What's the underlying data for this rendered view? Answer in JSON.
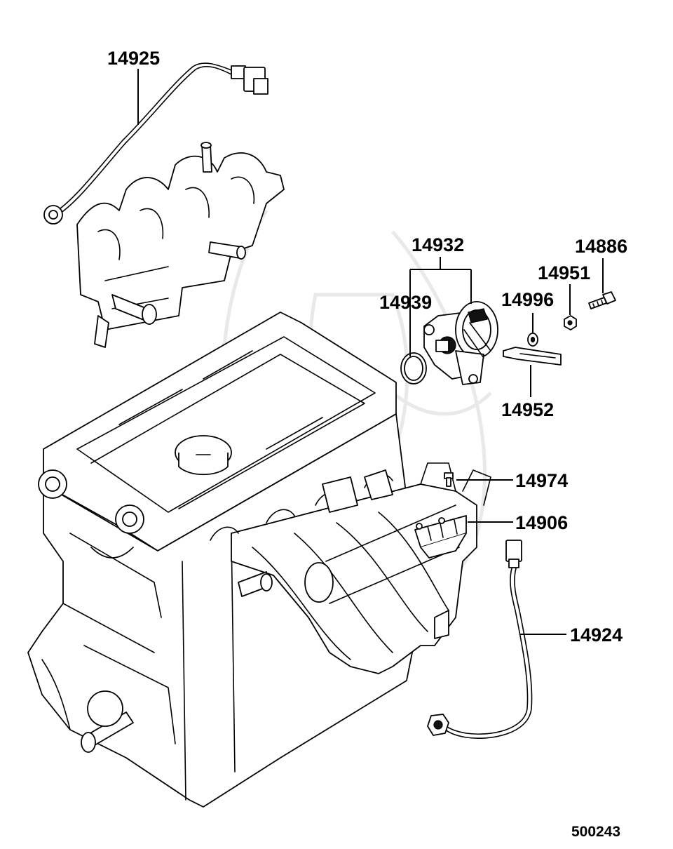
{
  "diagram": {
    "reference_number": "500243",
    "parts": [
      {
        "id": "part-14925",
        "number": "14925"
      },
      {
        "id": "part-14932",
        "number": "14932"
      },
      {
        "id": "part-14939",
        "number": "14939"
      },
      {
        "id": "part-14886",
        "number": "14886"
      },
      {
        "id": "part-14951",
        "number": "14951"
      },
      {
        "id": "part-14996",
        "number": "14996"
      },
      {
        "id": "part-14952",
        "number": "14952"
      },
      {
        "id": "part-14974",
        "number": "14974"
      },
      {
        "id": "part-14906",
        "number": "14906"
      },
      {
        "id": "part-14924",
        "number": "14924"
      }
    ]
  }
}
